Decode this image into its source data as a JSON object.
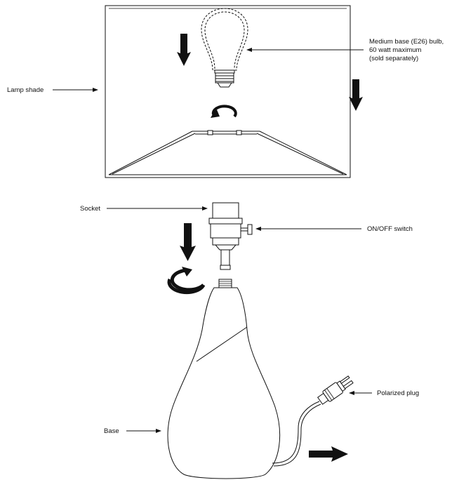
{
  "labels": {
    "lamp_shade": "Lamp shade",
    "bulb_line1": "Medium base (E26) bulb,",
    "bulb_line2": "60 watt maximum",
    "bulb_line3": "(sold separately)",
    "socket": "Socket",
    "switch": "ON/OFF switch",
    "plug": "Polarized plug",
    "base": "Base"
  },
  "icons": [
    "arrow-down-icon",
    "rotate-clockwise-icon",
    "arrow-right-icon"
  ]
}
